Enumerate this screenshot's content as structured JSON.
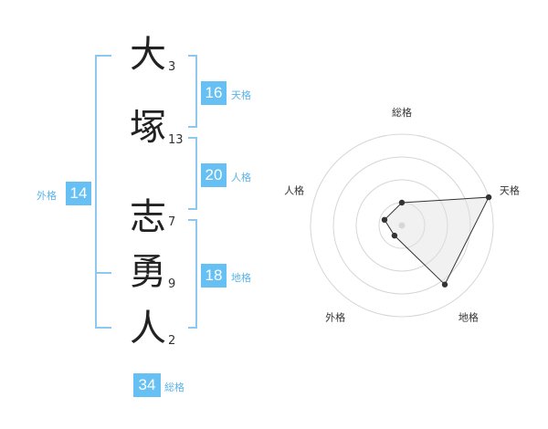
{
  "name": {
    "characters": [
      {
        "char": "大",
        "strokes": "3"
      },
      {
        "char": "塚",
        "strokes": "13"
      },
      {
        "char": "志",
        "strokes": "7"
      },
      {
        "char": "勇",
        "strokes": "9"
      },
      {
        "char": "人",
        "strokes": "2"
      }
    ]
  },
  "fortune": {
    "tenkaku": {
      "value": "16",
      "label": "天格"
    },
    "jinkaku": {
      "value": "20",
      "label": "人格"
    },
    "chikaku": {
      "value": "18",
      "label": "地格"
    },
    "gaikaku": {
      "value": "14",
      "label": "外格"
    },
    "soukaku": {
      "value": "34",
      "label": "総格"
    }
  },
  "colors": {
    "accent": "#66c0f4",
    "bracket": "#8fc8ee"
  },
  "chart_data": {
    "type": "radar",
    "axes": [
      "総格",
      "天格",
      "地格",
      "外格",
      "人格"
    ],
    "rings": 4,
    "max": 4,
    "values": [
      1,
      4,
      3.2,
      0.55,
      0.8
    ]
  }
}
